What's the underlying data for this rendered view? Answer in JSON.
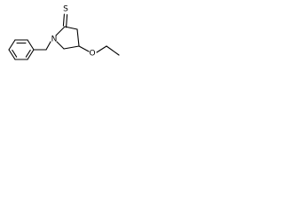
{
  "structure": {
    "atoms": {
      "sulfur": "S",
      "nitrogen": "N",
      "oxygen": "O"
    }
  }
}
